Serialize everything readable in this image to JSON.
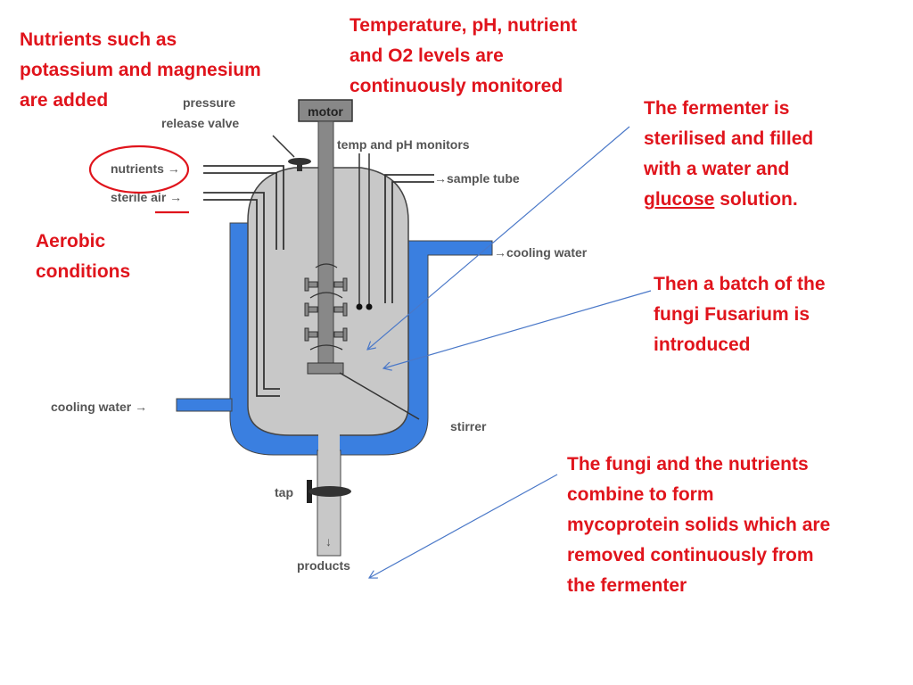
{
  "diagram": {
    "labels": {
      "motor": "motor",
      "pressure_line1": "pressure",
      "pressure_line2": "release valve",
      "temp_ph": "temp and pH monitors",
      "nutrients": "nutrients →",
      "sterile_air": "sterile air →",
      "sample_tube": "→sample tube",
      "cooling_water_right": "→cooling water",
      "cooling_water_left": "cooling water →",
      "stirrer": "stirrer",
      "tap": "tap",
      "down_arrow": "↓",
      "products": "products"
    },
    "colors": {
      "jacket": "#3a7fe0",
      "vessel": "#c8c8c8",
      "shaft": "#888888",
      "annotation": "#e0141c",
      "pointer": "#4a78c8"
    }
  },
  "annotations": {
    "nutrients": [
      "Nutrients such as",
      "potassium and magnesium",
      "are added"
    ],
    "monitoring": [
      "Temperature, pH, nutrient",
      "and O2 levels are",
      "continuously monitored"
    ],
    "sterilised": {
      "line1": "The fermenter is",
      "line2": "sterilised and filled",
      "line3": "with a water and",
      "glucose": "glucose",
      "solution": " solution."
    },
    "aerobic": [
      "Aerobic",
      "conditions"
    ],
    "fusarium": [
      "Then a batch of the",
      "fungi Fusarium is",
      "introduced"
    ],
    "combine": [
      "The fungi and the nutrients",
      "combine to form",
      "mycoprotein solids which are",
      "removed continuously from",
      "the fermenter"
    ]
  }
}
